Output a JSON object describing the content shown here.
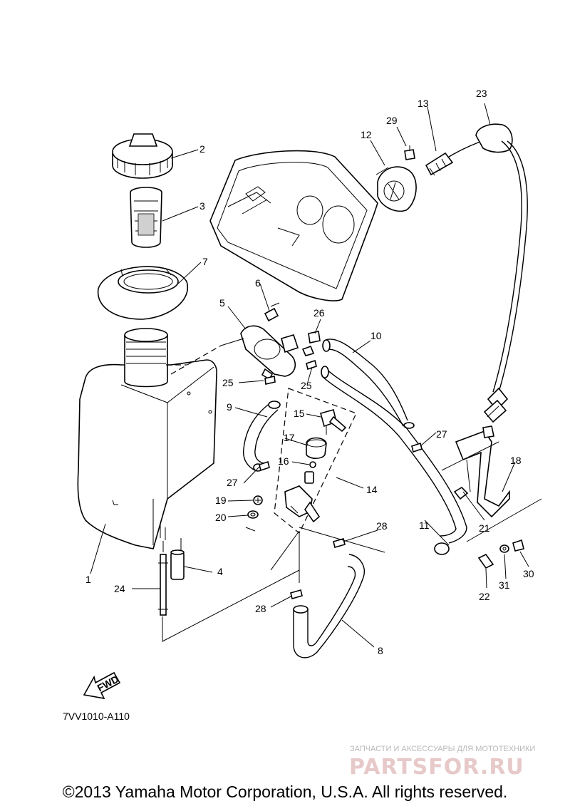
{
  "callouts": [
    "1",
    "2",
    "3",
    "4",
    "5",
    "6",
    "7",
    "8",
    "9",
    "10",
    "11",
    "12",
    "13",
    "14",
    "15",
    "16",
    "17",
    "18",
    "19",
    "20",
    "21",
    "22",
    "23",
    "24",
    "25",
    "25",
    "26",
    "27",
    "27",
    "28",
    "28",
    "29",
    "30",
    "31"
  ],
  "fwd_label": "FWD",
  "diagram_code": "7VV1010-A110",
  "watermark": {
    "tagline": "ЗАПЧАСТИ И АКСЕССУАРЫ ДЛЯ МОТОТЕХНИКИ",
    "logo": "PARTSFOR.RU"
  },
  "copyright": "©2013 Yamaha Motor Corporation, U.S.A. All rights reserved."
}
